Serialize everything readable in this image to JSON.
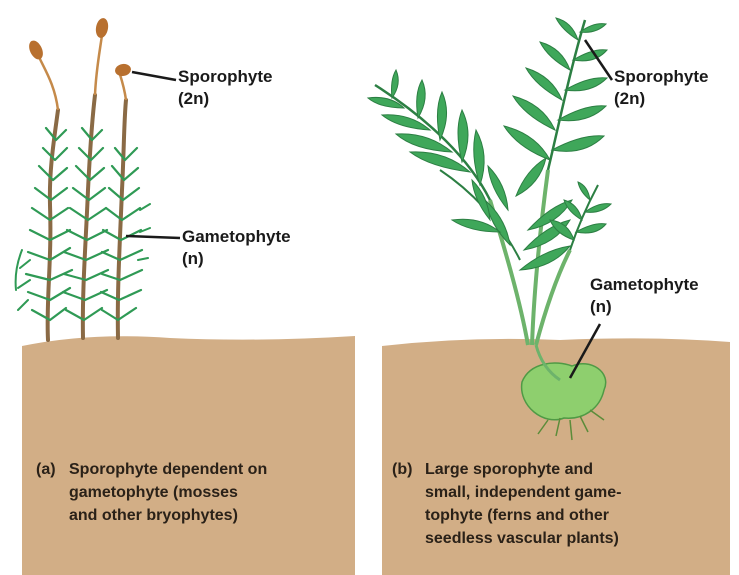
{
  "panel_a": {
    "sporophyte_label": "Sporophyte",
    "sporophyte_ploidy": "(2n)",
    "gametophyte_label": "Gametophyte",
    "gametophyte_ploidy": "(n)",
    "caption_tag": "(a)",
    "caption_lines": [
      "Sporophyte dependent on",
      "gametophyte (mosses",
      "and other bryophytes)"
    ]
  },
  "panel_b": {
    "sporophyte_label": "Sporophyte",
    "sporophyte_ploidy": "(2n)",
    "gametophyte_label": "Gametophyte",
    "gametophyte_ploidy": "(n)",
    "caption_tag": "(b)",
    "caption_lines": [
      "Large sporophyte and",
      "small, independent game-",
      "tophyte (ferns and other",
      "seedless vascular plants)"
    ]
  },
  "colors": {
    "soil": "#d2ae86",
    "moss_green": "#2f9a55",
    "fern_green": "#3fa75a",
    "capsule_brown": "#b8702f",
    "prothallus_green": "#8ecf6e"
  }
}
